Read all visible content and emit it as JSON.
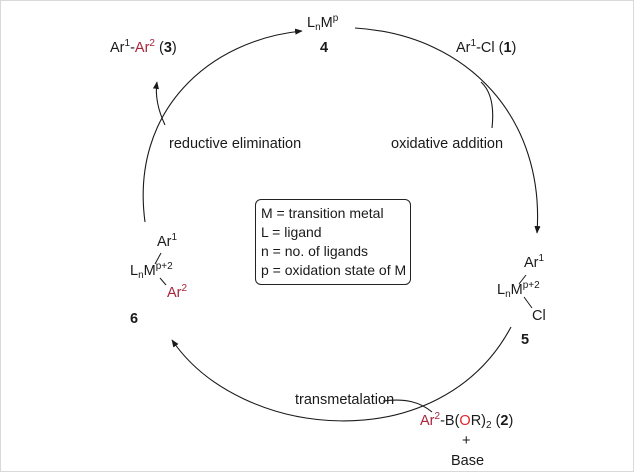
{
  "species": {
    "catalyst": {
      "formula_prefix": "L",
      "sub_n": "n",
      "formula_mid": "M",
      "sup_p": "p",
      "number": "4"
    },
    "aryl_chloride": {
      "ar": "Ar",
      "sup1": "1",
      "tail": "-Cl (",
      "number": "1",
      "close": ")"
    },
    "oxidative_complex": {
      "ar": "Ar",
      "sup1": "1",
      "l": "L",
      "sub_n": "n",
      "m": "M",
      "sup_ox": "p+2",
      "cl": "Cl",
      "number": "5"
    },
    "transmetalation_complex": {
      "ar": "Ar",
      "sup1": "1",
      "l": "L",
      "sub_n": "n",
      "m": "M",
      "sup_ox": "p+2",
      "ar2": "Ar",
      "sup2": "2",
      "number": "6"
    },
    "boronic_ester": {
      "ar2": "Ar",
      "sup2": "2",
      "b": "-B(",
      "o": "O",
      "r": "R)",
      "sub2": "2",
      "open": " (",
      "number": "2",
      "close": ")"
    },
    "product": {
      "ar1": "Ar",
      "sup1": "1",
      "dash": "-",
      "ar2": "Ar",
      "sup2": "2",
      "open": " (",
      "number": "3",
      "close": ")"
    }
  },
  "additives": {
    "plus": "+",
    "base": "Base"
  },
  "steps": {
    "oxidative_addition": "oxidative addition",
    "transmetalation": "transmetalation",
    "reductive_elimination": "reductive elimination"
  },
  "legend": [
    "M = transition metal",
    "L = ligand",
    "n = no. of ligands",
    "p = oxidation state of M"
  ],
  "colors": {
    "accent": "#a8243a",
    "oxygen": "#e0242c",
    "text": "#1a1a1a"
  }
}
